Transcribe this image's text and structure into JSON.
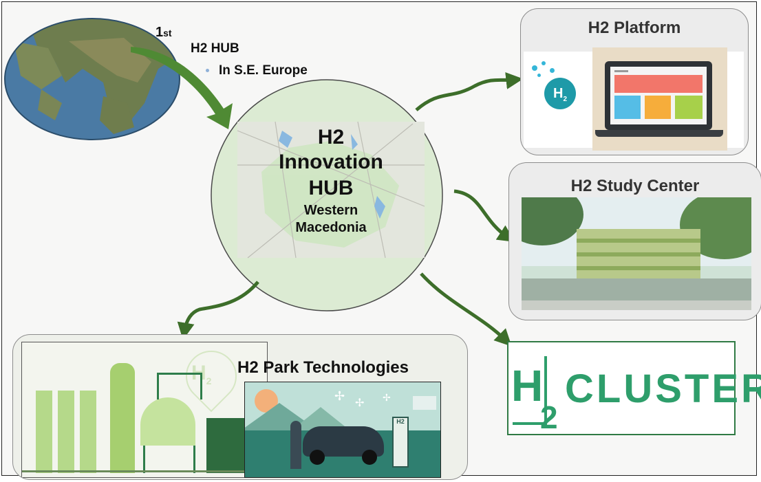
{
  "top_left": {
    "ordinal": "1",
    "ordinal_suffix": "st",
    "hub_label": "H2 HUB",
    "region_label": "In S.E. Europe"
  },
  "center_hub": {
    "line1": "H2",
    "line2": "Innovation",
    "line3": "HUB",
    "line4": "Western",
    "line5": "Macedonia"
  },
  "platform": {
    "title": "H2 Platform",
    "logo_text": "H",
    "logo_sub": "2"
  },
  "study_center": {
    "title": "H2 Study Center"
  },
  "park": {
    "title": "H2 Park Technologies",
    "bg_letter": "H",
    "bg_sub": "2",
    "charger_label": "H2"
  },
  "cluster": {
    "h": "H",
    "sub": "2",
    "word": "CLUSTER"
  },
  "colors": {
    "arrow_green": "#3d6e2a",
    "arrow_light": "#6aa042",
    "hub_fill": "#dcebd3",
    "cluster_green": "#2e9e6b",
    "screen_red": "#f2766a",
    "screen_blue": "#55bde6",
    "screen_orange": "#f6ad3b",
    "screen_lime": "#a7d04a"
  }
}
